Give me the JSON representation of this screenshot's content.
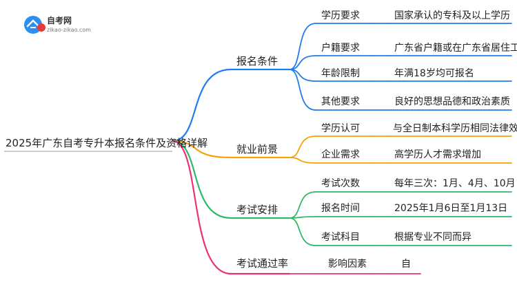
{
  "logo": {
    "title": "自考网",
    "subtitle": "zikao-zikao.com"
  },
  "root": {
    "label": "2025年广东自考专升本报名条件及资格详解"
  },
  "colors": {
    "blue": "#1e7bf0",
    "orange": "#f5a300",
    "green": "#2fb866",
    "pink": "#ee2f7a"
  },
  "branches": [
    {
      "label": "报名条件",
      "color": "blue",
      "children": [
        {
          "label": "学历要求",
          "leaf": "国家承认的专科及以上学历"
        },
        {
          "label": "户籍要求",
          "leaf": "广东省户籍或在广东省居住工作"
        },
        {
          "label": "年龄限制",
          "leaf": "年满18岁均可报名"
        },
        {
          "label": "其他要求",
          "leaf": "良好的思想品德和政治素质"
        }
      ]
    },
    {
      "label": "就业前景",
      "color": "orange",
      "children": [
        {
          "label": "学历认可",
          "leaf": "与全日制本科学历相同法律效力"
        },
        {
          "label": "企业需求",
          "leaf": "高学历人才需求增加"
        }
      ]
    },
    {
      "label": "考试安排",
      "color": "green",
      "children": [
        {
          "label": "考试次数",
          "leaf": "每年三次：1月、4月、10月"
        },
        {
          "label": "报名时间",
          "leaf": "2025年1月6日至1月13日"
        },
        {
          "label": "考试科目",
          "leaf": "根据专业不同而异"
        }
      ]
    },
    {
      "label": "考试通过率",
      "color": "pink",
      "children": [
        {
          "label": "影响因素",
          "leaf": "自"
        }
      ]
    }
  ]
}
